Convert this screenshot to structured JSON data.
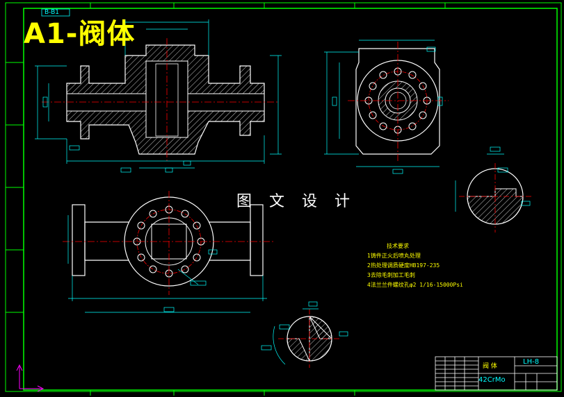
{
  "drawing": {
    "title": "A1-阀体",
    "watermark": "图 文 设 计",
    "zone_label": "B-B1",
    "technical_requirements": {
      "heading": "技术要求",
      "items": [
        "1铸件正火后喷丸处理",
        "2热处理调质硬度HB197-235",
        "3去除毛刺加工毛刺",
        "4法兰兰件螺纹孔φ2 1/16-15000Psi"
      ]
    },
    "title_block": {
      "part_name": "阀 体",
      "material": "42CrMo",
      "drawing_code": "LH-8"
    }
  },
  "colors": {
    "background": "#000000",
    "outline": "#ffffff",
    "frame": "#00ff00",
    "dimension": "#00ffff",
    "centerline": "#ff0000",
    "hatch": "#ffffff",
    "title_text": "#ffff00"
  }
}
